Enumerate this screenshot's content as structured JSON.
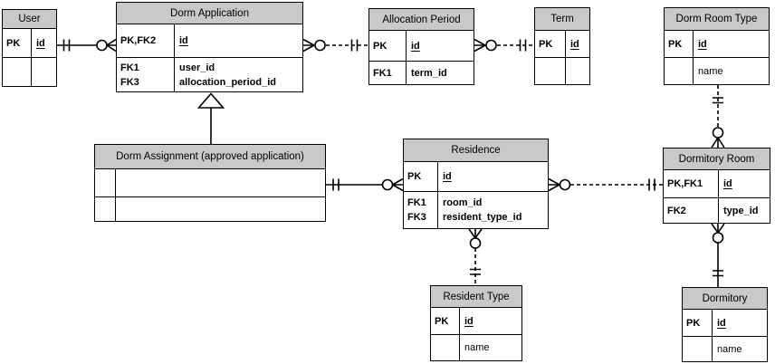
{
  "diagram": {
    "type": "entity-relationship",
    "notation": "crow-foot",
    "colors": {
      "entity_header_fill": "#c9c9c9",
      "border": "#000000",
      "background": "#ffffff"
    }
  },
  "entities": [
    {
      "title": "User",
      "rows1": [
        {
          "key": "PK",
          "attr": "id"
        }
      ],
      "rows2": [
        {
          "key": "",
          "attr": ""
        }
      ]
    },
    {
      "title": "Dorm Application",
      "rows1": [
        {
          "key": "PK,FK2",
          "attr": "id"
        }
      ],
      "rows2": [
        {
          "key": "FK1",
          "attr": "user_id"
        },
        {
          "key": "FK3",
          "attr": "allocation_period_id"
        }
      ]
    },
    {
      "title": "Allocation Period",
      "rows1": [
        {
          "key": "PK",
          "attr": "id"
        }
      ],
      "rows2": [
        {
          "key": "FK1",
          "attr": "term_id"
        }
      ]
    },
    {
      "title": "Term",
      "rows1": [
        {
          "key": "PK",
          "attr": "id"
        }
      ],
      "rows2": [
        {
          "key": "",
          "attr": ""
        }
      ]
    },
    {
      "title": "Dorm Room Type",
      "rows1": [
        {
          "key": "PK",
          "attr": "id"
        }
      ],
      "rows2": [
        {
          "key": "",
          "attr": "name"
        }
      ]
    },
    {
      "title": "Dorm Assignment (approved application)",
      "rows1": [
        {
          "key": "",
          "attr": ""
        }
      ],
      "rows2": [
        {
          "key": "",
          "attr": ""
        }
      ]
    },
    {
      "title": "Residence",
      "rows1": [
        {
          "key": "PK",
          "attr": "id"
        }
      ],
      "rows2": [
        {
          "key": "FK1",
          "attr": "room_id"
        },
        {
          "key": "FK3",
          "attr": "resident_type_id"
        }
      ]
    },
    {
      "title": "Dormitory Room",
      "rows1": [
        {
          "key": "PK,FK1",
          "attr": "id"
        }
      ],
      "rows2": [
        {
          "key": "FK2",
          "attr": "type_id"
        }
      ]
    },
    {
      "title": "Resident Type",
      "rows1": [
        {
          "key": "PK",
          "attr": "id"
        }
      ],
      "rows2": [
        {
          "key": "",
          "attr": "name"
        }
      ]
    },
    {
      "title": "Dormitory",
      "rows1": [
        {
          "key": "PK",
          "attr": "id"
        }
      ],
      "rows2": [
        {
          "key": "",
          "attr": "name"
        }
      ]
    }
  ],
  "relationships": [
    {
      "from": "User",
      "to": "Dorm Application",
      "from_card": "exactly-one",
      "to_card": "zero-or-many",
      "line": "solid"
    },
    {
      "from": "Dorm Application",
      "to": "Allocation Period",
      "from_card": "zero-or-many",
      "to_card": "exactly-one",
      "line": "dashed"
    },
    {
      "from": "Allocation Period",
      "to": "Term",
      "from_card": "zero-or-many",
      "to_card": "exactly-one",
      "line": "dashed"
    },
    {
      "from": "Dorm Room Type",
      "to": "Dormitory Room",
      "from_card": "exactly-one",
      "to_card": "zero-or-many",
      "line": "dashed"
    },
    {
      "from": "Dorm Assignment (approved application)",
      "to": "Dorm Application",
      "type": "inheritance",
      "line": "solid"
    },
    {
      "from": "Dorm Assignment (approved application)",
      "to": "Residence",
      "from_card": "exactly-one",
      "to_card": "zero-or-many",
      "line": "solid"
    },
    {
      "from": "Residence",
      "to": "Dormitory Room",
      "from_card": "zero-or-many",
      "to_card": "exactly-one",
      "line": "dashed"
    },
    {
      "from": "Residence",
      "to": "Resident Type",
      "from_card": "zero-or-many",
      "to_card": "exactly-one",
      "line": "dashed"
    },
    {
      "from": "Dormitory Room",
      "to": "Dormitory",
      "from_card": "zero-or-many",
      "to_card": "exactly-one",
      "line": "solid"
    }
  ]
}
